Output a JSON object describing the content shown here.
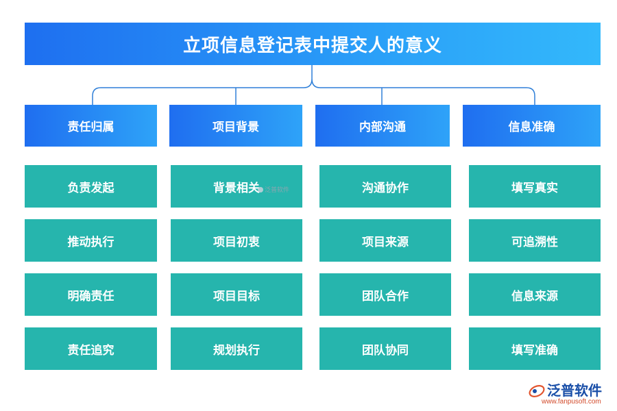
{
  "title": "立项信息登记表中提交人的意义",
  "columns": [
    {
      "header": "责任归属",
      "items": [
        "负责发起",
        "推动执行",
        "明确责任",
        "责任追究"
      ]
    },
    {
      "header": "项目背景",
      "items": [
        "背景相关",
        "项目初衷",
        "项目目标",
        "规划执行"
      ]
    },
    {
      "header": "内部沟通",
      "items": [
        "沟通协作",
        "项目来源",
        "团队合作",
        "团队协同"
      ]
    },
    {
      "header": "信息准确",
      "items": [
        "填写真实",
        "可追溯性",
        "信息来源",
        "填写准确"
      ]
    }
  ],
  "watermark": {
    "center_text": "泛普软件"
  },
  "brand": {
    "name": "泛普软件",
    "url": "www.fanpusoft.com"
  },
  "colors": {
    "header_blue": "#1f6ef0",
    "leaf_teal": "#26b5ad",
    "connector": "#2f7fd8",
    "brand_blue": "#1a4fa8",
    "url_red": "#d24a2a"
  }
}
